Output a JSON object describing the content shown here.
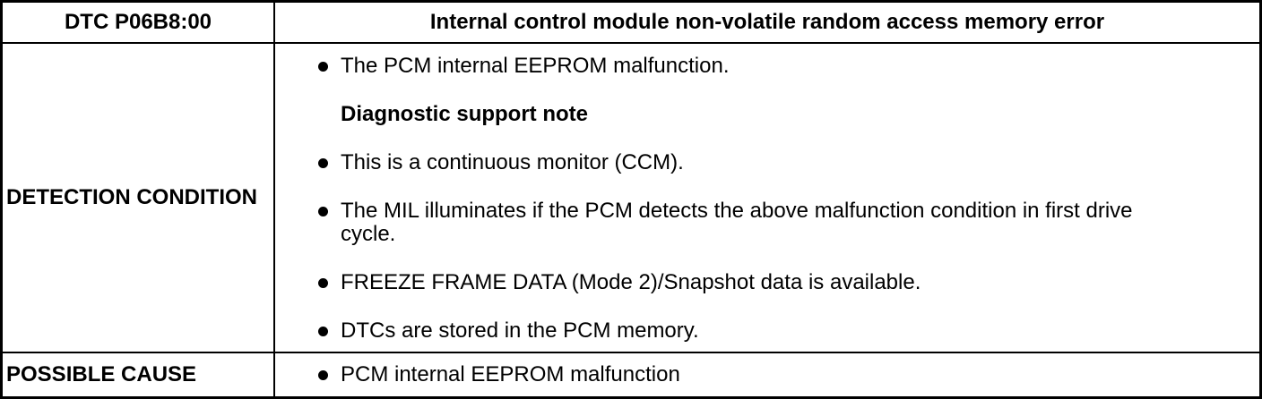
{
  "table": {
    "header": {
      "dtc_label": "DTC P06B8:00",
      "title": "Internal control module non-volatile random access memory error"
    },
    "detection": {
      "row_label": "DETECTION CONDITION",
      "items": [
        {
          "type": "bullet",
          "text": "The PCM internal EEPROM malfunction."
        },
        {
          "type": "heading",
          "text": "Diagnostic support note"
        },
        {
          "type": "bullet",
          "text": "This is a continuous monitor (CCM)."
        },
        {
          "type": "bullet",
          "text": "The MIL illuminates if the PCM detects the above malfunction condition in first drive cycle."
        },
        {
          "type": "bullet",
          "text": "FREEZE FRAME DATA (Mode 2)/Snapshot data is available."
        },
        {
          "type": "bullet",
          "text": "DTCs are stored in the PCM memory."
        }
      ]
    },
    "possible_cause": {
      "row_label": "POSSIBLE CAUSE",
      "items": [
        {
          "type": "bullet",
          "text": "PCM internal EEPROM malfunction"
        }
      ]
    }
  },
  "colors": {
    "border": "#000000",
    "text": "#000000",
    "background": "#ffffff"
  }
}
